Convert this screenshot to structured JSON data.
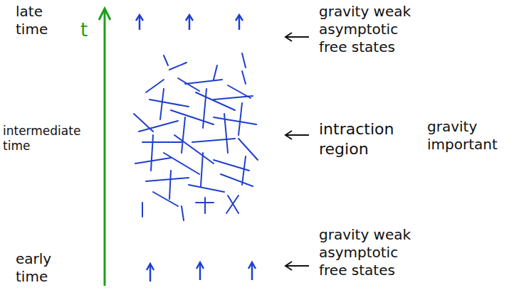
{
  "diagram": {
    "labels": [
      "late time",
      "t",
      "gravity weak asymptotic free states",
      "intermediate time",
      "intraction region",
      "gravity important",
      "early time",
      "gravity weak asymptotic free states"
    ]
  }
}
